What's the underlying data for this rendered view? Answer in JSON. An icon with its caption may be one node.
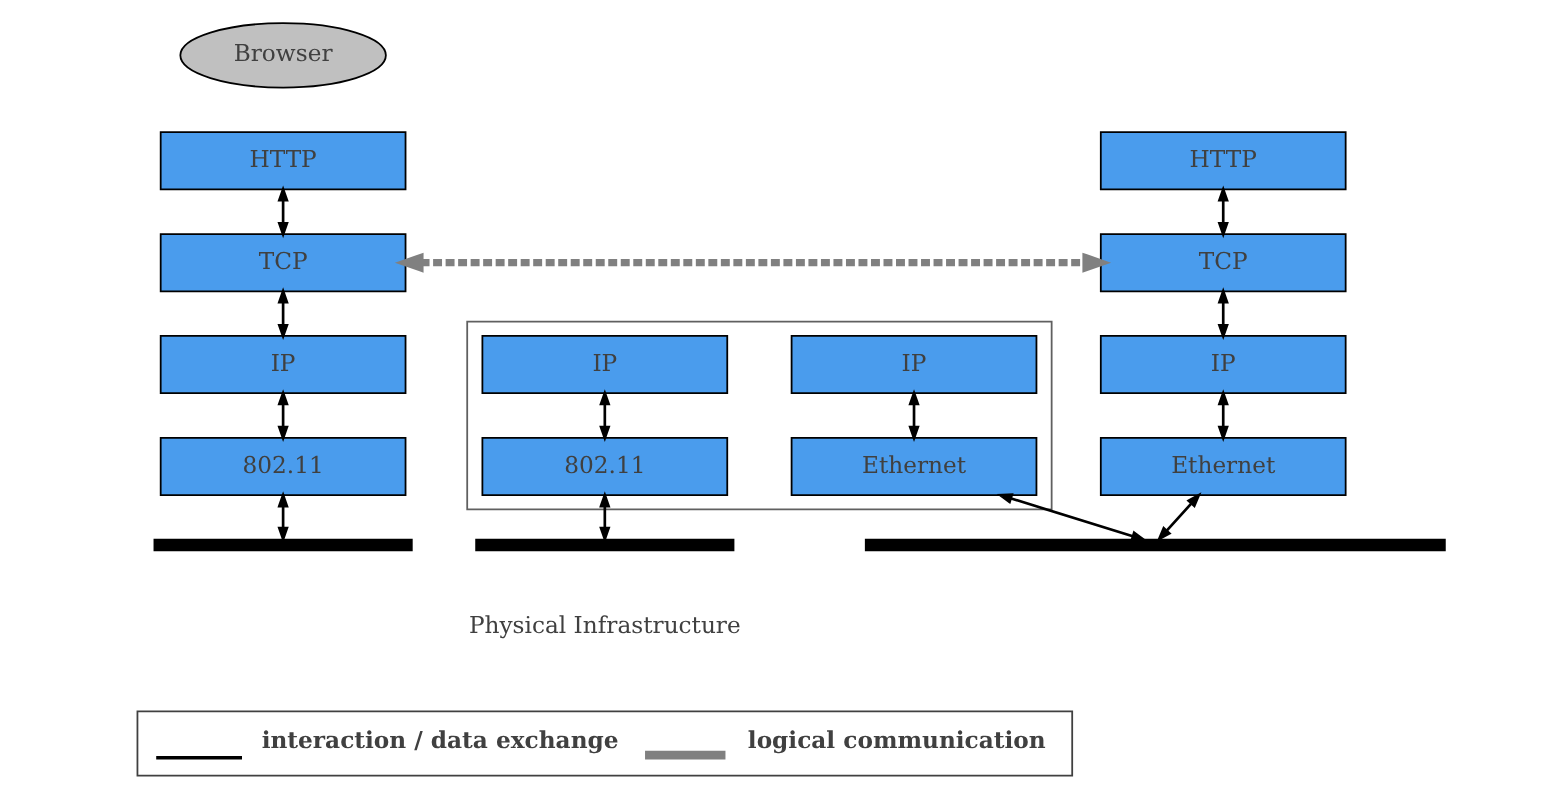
{
  "diagram": {
    "nodes": [
      {
        "text": [
          "Browser"
        ]
      },
      {
        "text": [
          "HTTP"
        ]
      },
      {
        "text": [
          "TCP"
        ]
      },
      {
        "text": [
          "IP"
        ]
      },
      {
        "text": [
          "802.11"
        ]
      },
      {
        "text": [],
        "shape": "bar"
      },
      {
        "text": [],
        "shape": "box"
      },
      {
        "text": [
          "IP"
        ],
        "in": 6
      },
      {
        "text": [
          "IP"
        ],
        "in": 6
      },
      {
        "text": [
          "802.11"
        ],
        "in": 6
      },
      {
        "text": [
          "Ethernet"
        ],
        "in": 6
      },
      {
        "text": [],
        "shape": "bar"
      },
      {
        "text": [],
        "shape": "bar"
      },
      {
        "text": [
          "HTTP"
        ]
      },
      {
        "text": [
          "TCP"
        ]
      },
      {
        "text": [
          "IP"
        ]
      },
      {
        "text": [
          "Ethernet"
        ]
      }
    ],
    "edges": [
      {
        "from": 1,
        "to": 2,
        "arrow": "both"
      },
      {
        "from": 2,
        "to": 3,
        "arrow": "both"
      },
      {
        "from": 3,
        "to": 4,
        "arrow": "both"
      },
      {
        "from": 4,
        "to": 5,
        "arrow": "both"
      },
      {
        "from": 2,
        "to": 14,
        "arrow": "both",
        "style": "dashed",
        "color": "#808080"
      },
      {
        "from": 7,
        "to": 9,
        "arrow": "both"
      },
      {
        "from": 8,
        "to": 10,
        "arrow": "both"
      },
      {
        "from": 9,
        "to": 11,
        "arrow": "both"
      },
      {
        "from": 10,
        "to": 12,
        "arrow": "both"
      },
      {
        "from": 13,
        "to": 14,
        "arrow": "both"
      },
      {
        "from": 14,
        "to": 15,
        "arrow": "both"
      },
      {
        "from": 15,
        "to": 16,
        "arrow": "both"
      },
      {
        "from": 16,
        "to": 12,
        "arrow": "both"
      }
    ],
    "labels": [
      "Physical Infrastructure"
    ],
    "legend": [
      {
        "text": "interaction / data exchange"
      },
      {
        "text": "logical communication"
      }
    ]
  }
}
